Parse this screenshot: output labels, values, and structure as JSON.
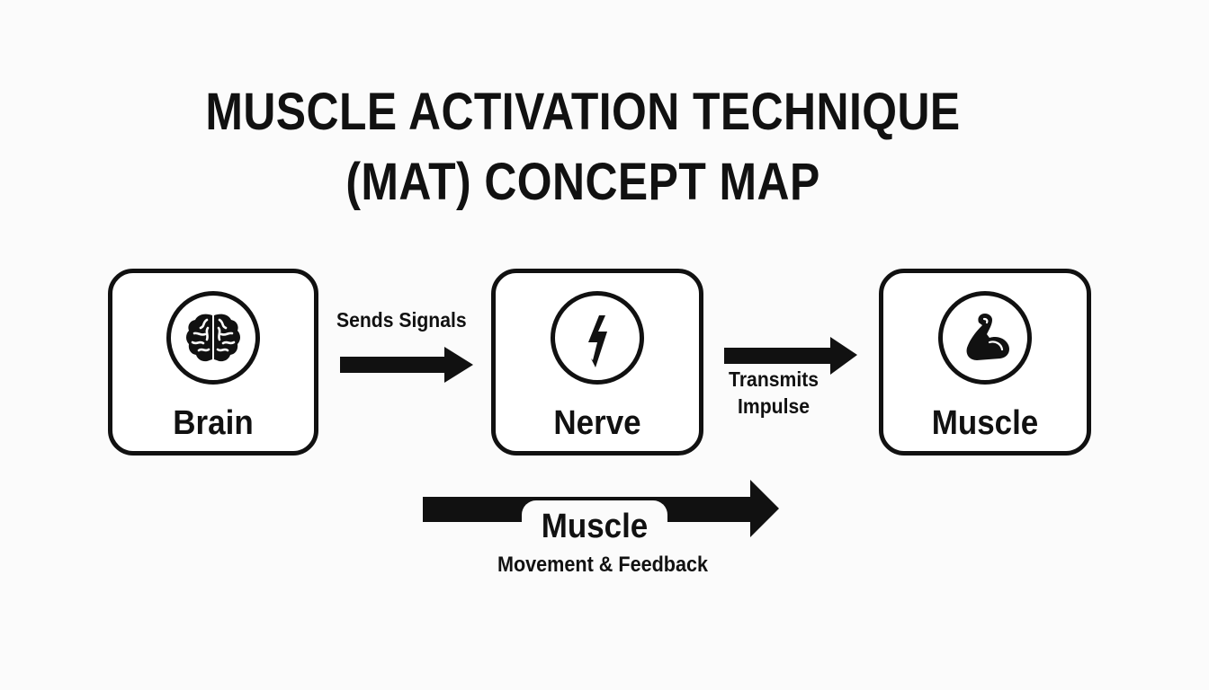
{
  "title": {
    "line1": "MUSCLE ACTIVATION TECHNIQUE",
    "line2": "(MAT) CONCEPT MAP"
  },
  "nodes": [
    {
      "id": "brain",
      "label": "Brain",
      "icon": "brain-icon"
    },
    {
      "id": "nerve",
      "label": "Nerve",
      "icon": "lightning-bolt-icon"
    },
    {
      "id": "muscle",
      "label": "Muscle",
      "icon": "flexed-bicep-icon"
    }
  ],
  "edges": [
    {
      "from": "brain",
      "to": "nerve",
      "label": "Sends Signals"
    },
    {
      "from": "nerve",
      "to": "muscle",
      "label_line1": "Transmits",
      "label_line2": "Impulse"
    }
  ],
  "feedback": {
    "title": "Muscle",
    "subtitle": "Movement & Feedback"
  },
  "colors": {
    "ink": "#111111",
    "background": "#fbfbfb",
    "node_fill": "#ffffff"
  }
}
